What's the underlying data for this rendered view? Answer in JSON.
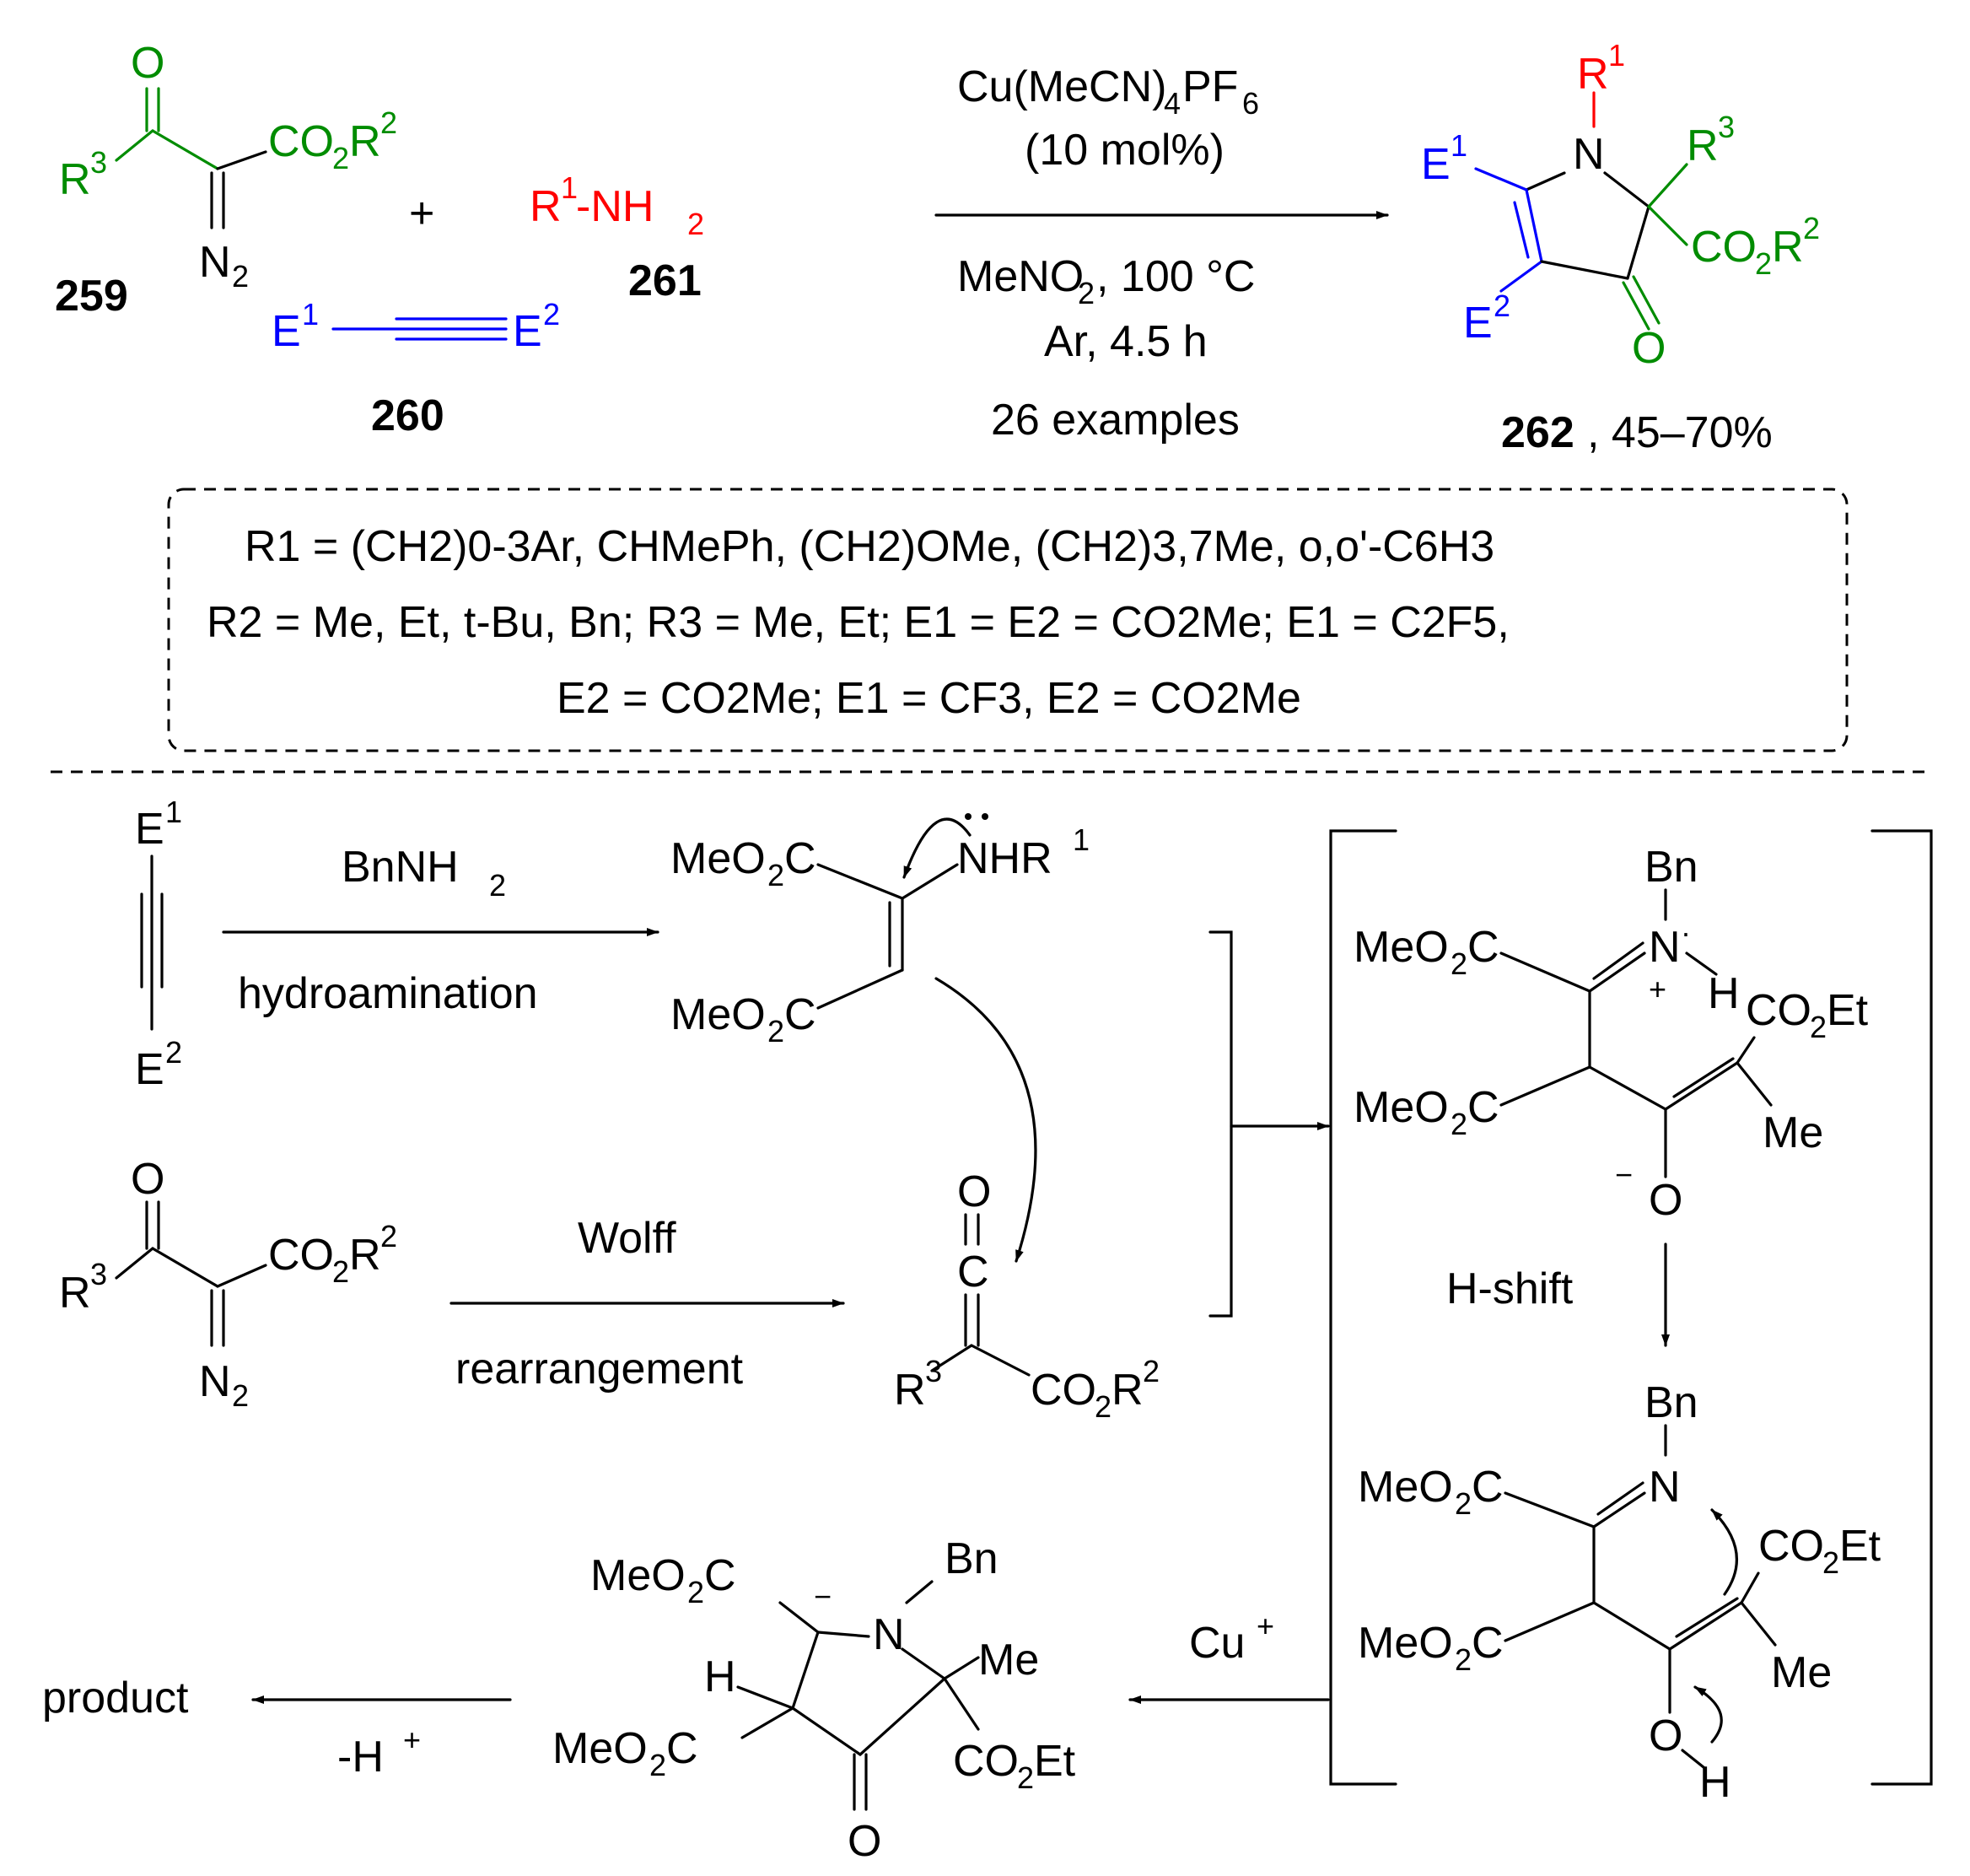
{
  "compounds": {
    "diazo": "259",
    "alkyne": "260",
    "amine": "261",
    "product": "262",
    "product_yield": ", 45–70%"
  },
  "conditions": {
    "catalyst": "Cu(MeCN)",
    "catalyst_sub": "4",
    "catalyst_tail": "PF",
    "catalyst_sub2": "6",
    "loading": "(10 mol%)",
    "solvent": "MeNO",
    "solvent_sub": "2",
    "temp": ", 100 °C",
    "atmosphere": "Ar, 4.5 h",
    "examples": "26 examples"
  },
  "scope": {
    "line1": "R1 = (CH2)0-3Ar, CHMePh, (CH2)OMe, (CH2)3,7Me, o,o'-C6H3",
    "line2": "R2 = Me, Et, t-Bu, Bn; R3 = Me, Et; E1 = E2 = CO2Me; E1 = C2F5,",
    "line3": "E2 = CO2Me; E1 = CF3, E2 = CO2Me"
  },
  "mechanism": {
    "step1_top": "BnNH",
    "step1_top_sub": "2",
    "step1_bottom": "hydroamination",
    "step2_top": "Wolff",
    "step2_bottom": "rearrangement",
    "hshift": "H-shift",
    "cu": "Cu",
    "cu_sup": "+",
    "deprot": "-H",
    "deprot_sup": "+",
    "final": "product"
  },
  "colors": {
    "green": "#008c00",
    "blue": "#0000ff",
    "red": "#ff0000"
  }
}
